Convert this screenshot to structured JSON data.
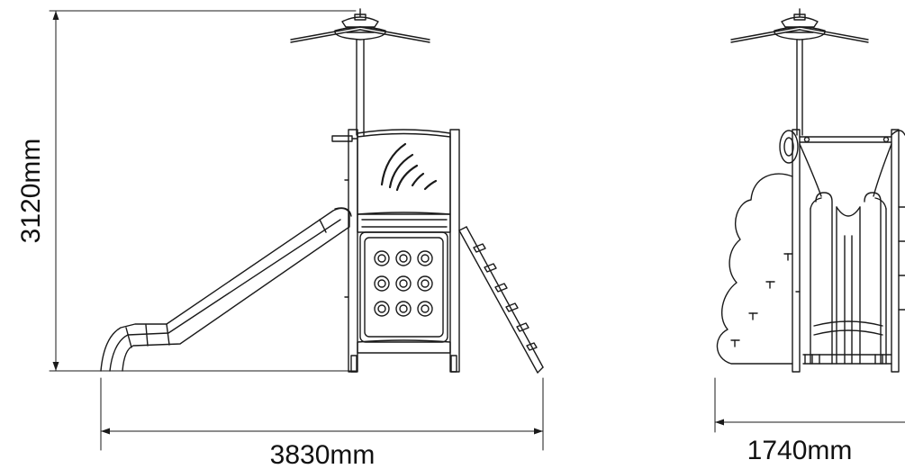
{
  "colors": {
    "line": "#1a1a1a",
    "fill": "#ffffff"
  },
  "dimensions": {
    "height": "3120mm",
    "width_side": "3830mm",
    "width_front": "1740mm"
  }
}
